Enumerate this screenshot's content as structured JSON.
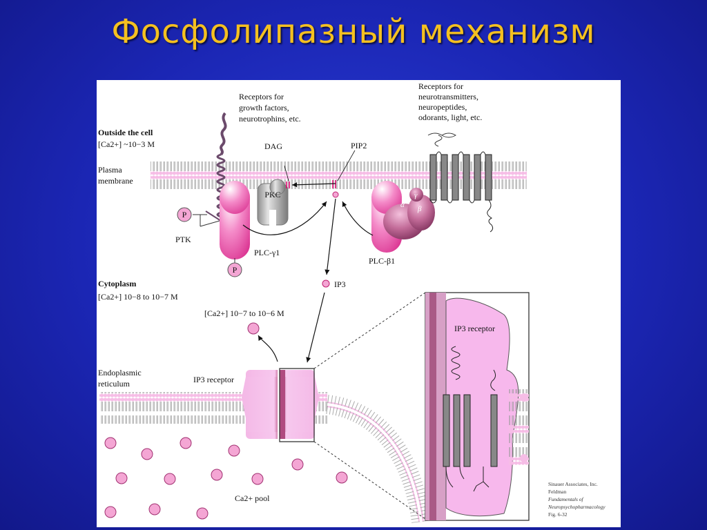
{
  "slide": {
    "title": "Фосфолипазный механизм"
  },
  "diagram": {
    "receptors_growth": [
      "Receptors for",
      "growth factors,",
      "neurotrophins, etc."
    ],
    "receptors_neuro": [
      "Receptors for",
      "neurotransmitters,",
      "neuropeptides,",
      "odorants, light, etc."
    ],
    "outside_cell": "Outside the cell",
    "outside_conc": "[Ca2+] ~10−3 M",
    "plasma_membrane": [
      "Plasma",
      "membrane"
    ],
    "dag": "DAG",
    "pip2": "PIP2",
    "pkc": "PKC",
    "p_label": "P",
    "ptk": "PTK",
    "plc_gamma": "PLC-γ1",
    "plc_beta": "PLC-β1",
    "alpha": "α",
    "beta": "β",
    "gamma": "γ",
    "ip3": "IP3",
    "cytoplasm": "Cytoplasm",
    "cyto_conc": "[Ca2+] 10−8 to 10−7 M",
    "released_conc": "[Ca2+] 10−7 to 10−6 M",
    "er": [
      "Endoplasmic",
      "reticulum"
    ],
    "ip3_receptor": "IP3 receptor",
    "ip3_receptor_zoom": "IP3 receptor",
    "ca_pool": "Ca2+ pool",
    "credit": [
      "Sinauer Associates, Inc.",
      "Feldman",
      "Fundamentals of",
      "Neuropsychopharmacology",
      "Fig. 6-32"
    ]
  }
}
